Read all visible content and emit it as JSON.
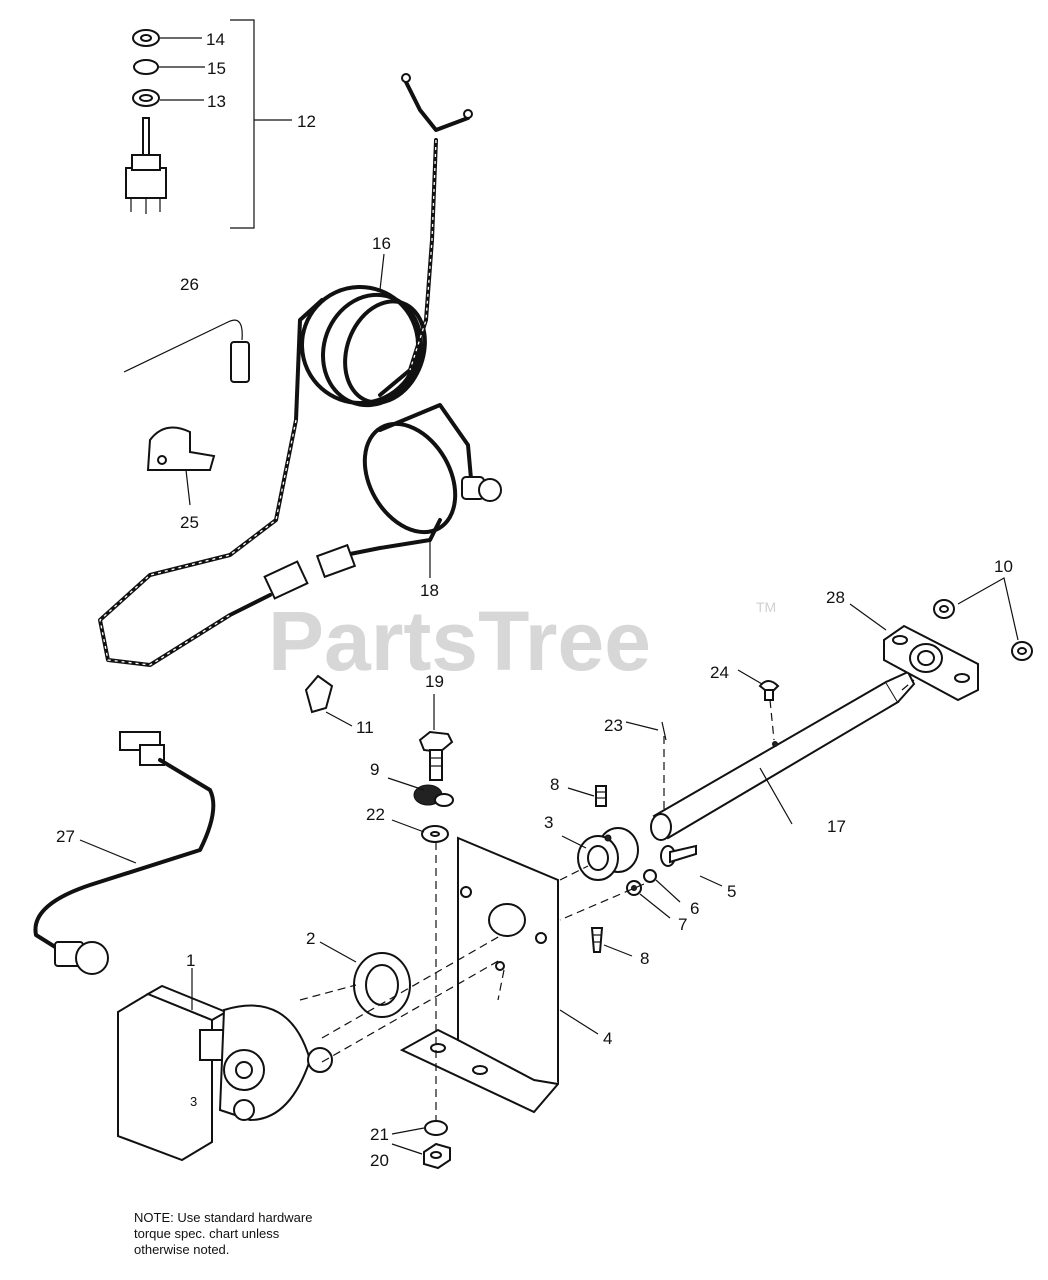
{
  "watermark": {
    "text": "PartsTree",
    "tm": "TM"
  },
  "note": {
    "line1": "NOTE: Use standard hardware",
    "line2": "torque spec. chart unless",
    "line3": "otherwise noted."
  },
  "callouts": {
    "c1": "1",
    "c2": "2",
    "c3": "3",
    "c4": "4",
    "c5": "5",
    "c6": "6",
    "c7": "7",
    "c8a": "8",
    "c8b": "8",
    "c9": "9",
    "c10": "10",
    "c11": "11",
    "c12": "12",
    "c13": "13",
    "c14": "14",
    "c15": "15",
    "c16": "16",
    "c17": "17",
    "c18": "18",
    "c19": "19",
    "c20": "20",
    "c21": "21",
    "c22": "22",
    "c23": "23",
    "c24": "24",
    "c25": "25",
    "c26": "26",
    "c27": "27",
    "c28": "28"
  }
}
